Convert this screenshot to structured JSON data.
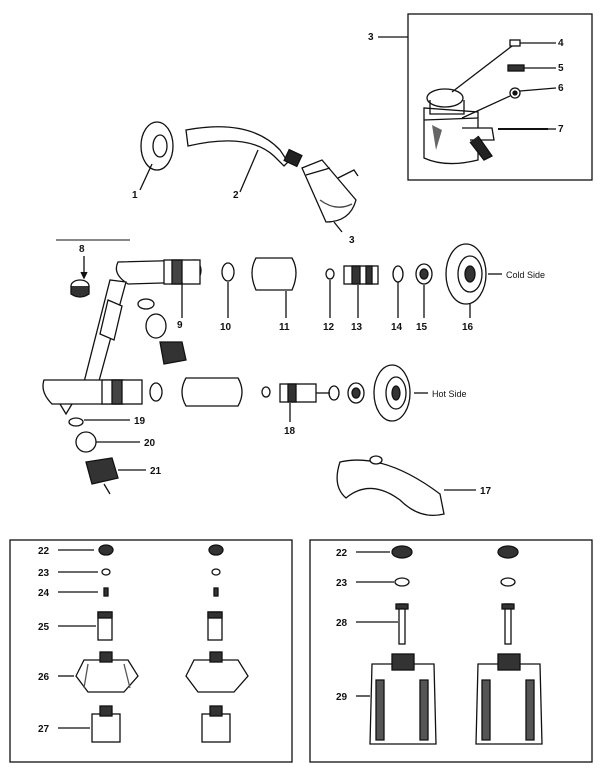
{
  "parts": [
    {
      "id": "part-1",
      "label": "1"
    },
    {
      "id": "part-2",
      "label": "2"
    },
    {
      "id": "part-3",
      "label": "3"
    },
    {
      "id": "part-3-inset",
      "label": "3"
    },
    {
      "id": "part-4",
      "label": "4"
    },
    {
      "id": "part-5",
      "label": "5"
    },
    {
      "id": "part-6",
      "label": "6"
    },
    {
      "id": "part-7",
      "label": "7"
    },
    {
      "id": "part-8",
      "label": "8"
    },
    {
      "id": "part-9",
      "label": "9"
    },
    {
      "id": "part-10",
      "label": "10"
    },
    {
      "id": "part-11",
      "label": "11"
    },
    {
      "id": "part-12",
      "label": "12"
    },
    {
      "id": "part-13",
      "label": "13"
    },
    {
      "id": "part-14",
      "label": "14"
    },
    {
      "id": "part-15",
      "label": "15"
    },
    {
      "id": "part-16",
      "label": "16"
    },
    {
      "id": "part-17",
      "label": "17"
    },
    {
      "id": "part-18",
      "label": "18"
    },
    {
      "id": "part-19",
      "label": "19"
    },
    {
      "id": "part-20",
      "label": "20"
    },
    {
      "id": "part-21",
      "label": "21"
    },
    {
      "id": "part-22-left",
      "label": "22"
    },
    {
      "id": "part-23-left",
      "label": "23"
    },
    {
      "id": "part-24",
      "label": "24"
    },
    {
      "id": "part-25",
      "label": "25"
    },
    {
      "id": "part-26",
      "label": "26"
    },
    {
      "id": "part-27",
      "label": "27"
    },
    {
      "id": "part-22-right",
      "label": "22"
    },
    {
      "id": "part-23-right",
      "label": "23"
    },
    {
      "id": "part-28",
      "label": "28"
    },
    {
      "id": "part-29",
      "label": "29"
    }
  ],
  "sides": {
    "cold": "Cold Side",
    "hot": "Hot Side"
  }
}
